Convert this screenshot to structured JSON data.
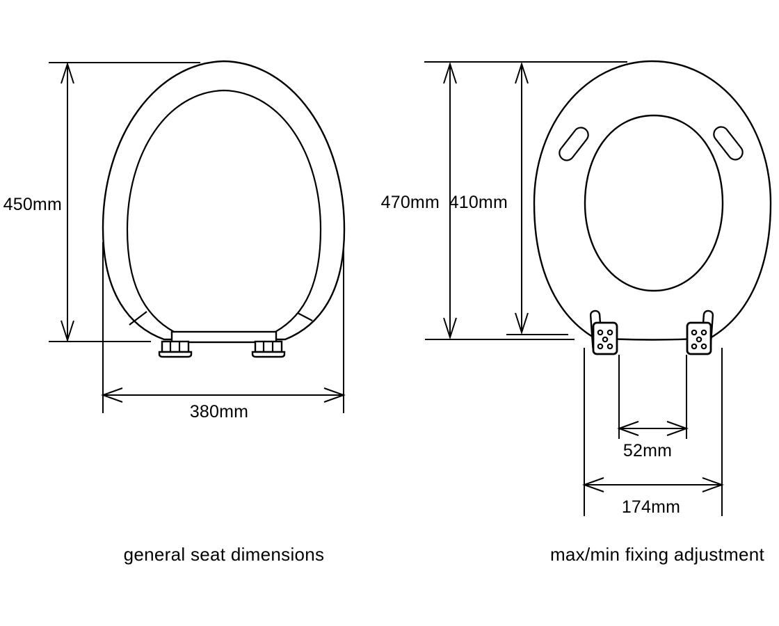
{
  "colors": {
    "line": "#000000",
    "background": "#ffffff"
  },
  "left_diagram": {
    "caption": "general seat dimensions",
    "height_label": "450mm",
    "width_label": "380mm"
  },
  "right_diagram": {
    "caption": "max/min fixing adjustment",
    "overall_height_label": "470mm",
    "seat_height_label": "410mm",
    "fixing_min_label": "52mm",
    "fixing_max_label": "174mm"
  }
}
